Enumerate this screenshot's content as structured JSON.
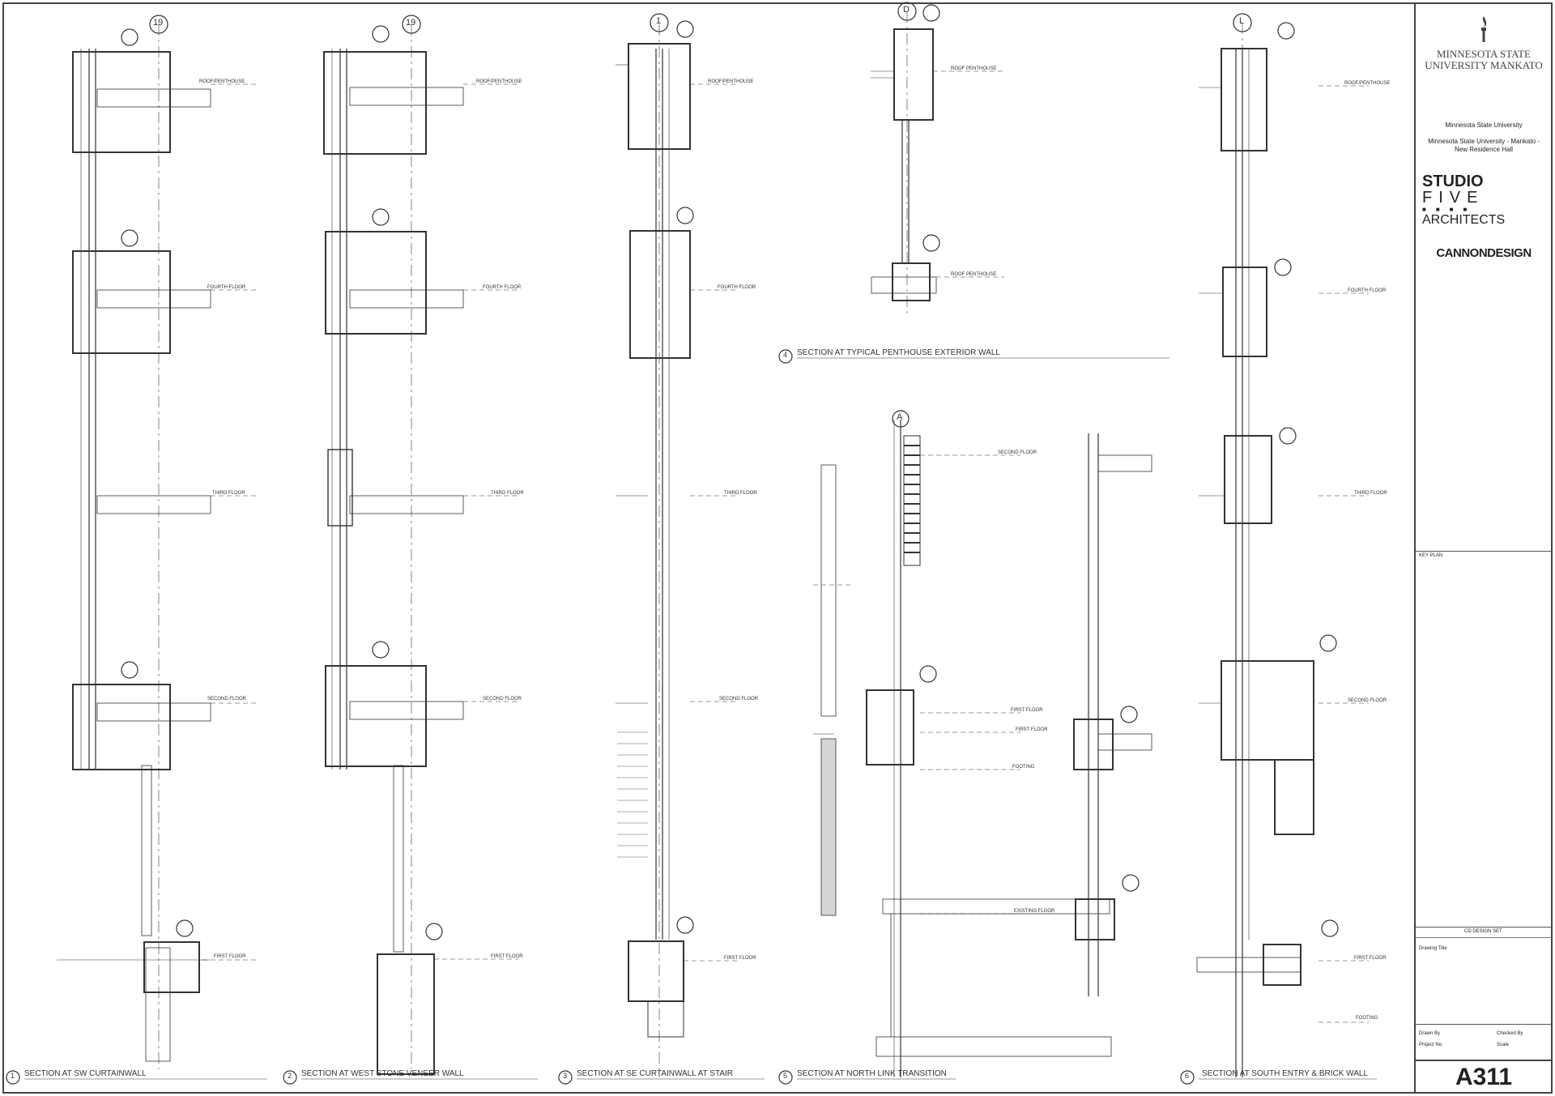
{
  "sheet": {
    "number": "A311",
    "firm_logo": "MINNESOTA STATE UNIVERSITY MANKATO",
    "owner": "Minnesota State University",
    "project_line1": "Minnesota State University - Mankato -",
    "project_line2": "New Residence Hall",
    "architect_line1": "STUDIO",
    "architect_line2": "FIVE",
    "architect_line3": "ARCHITECTS",
    "consultant": "CANNONDESIGN",
    "key_plan_label": "KEY PLAN",
    "set_label": "CD DESIGN SET",
    "drawing_title_label": "Drawing Title",
    "drawn_by_label": "Drawn By",
    "checked_by_label": "Checked By",
    "project_no_label": "Project No.",
    "scale_label": "Scale"
  },
  "sections": [
    {
      "num": "1",
      "title": "SECTION AT SW CURTAINWALL"
    },
    {
      "num": "2",
      "title": "SECTION AT WEST STONE VENEER WALL"
    },
    {
      "num": "3",
      "title": "SECTION AT SE CURTAINWALL AT STAIR"
    },
    {
      "num": "4",
      "title": "SECTION AT TYPICAL PENTHOUSE EXTERIOR WALL"
    },
    {
      "num": "5",
      "title": "SECTION AT NORTH LINK TRANSITION"
    },
    {
      "num": "6",
      "title": "SECTION AT SOUTH ENTRY & BRICK WALL"
    }
  ],
  "grids": {
    "g1": "19",
    "g2": "19",
    "g3": "1",
    "g4": "D",
    "g5": "A",
    "g6": "L"
  },
  "levels": {
    "roof": "ROOF/PENTHOUSE",
    "fourth": "FOURTH FLOOR",
    "third": "THIRD FLOOR",
    "second": "SECOND FLOOR",
    "first": "FIRST FLOOR",
    "penthouse_roof": "ROOF PENTHOUSE",
    "footing": "FOOTING",
    "existing": "EXISTING FLOOR"
  },
  "icons": {
    "torch": "torch-icon"
  },
  "colors": {
    "line": "#333333",
    "bg": "#ffffff"
  }
}
